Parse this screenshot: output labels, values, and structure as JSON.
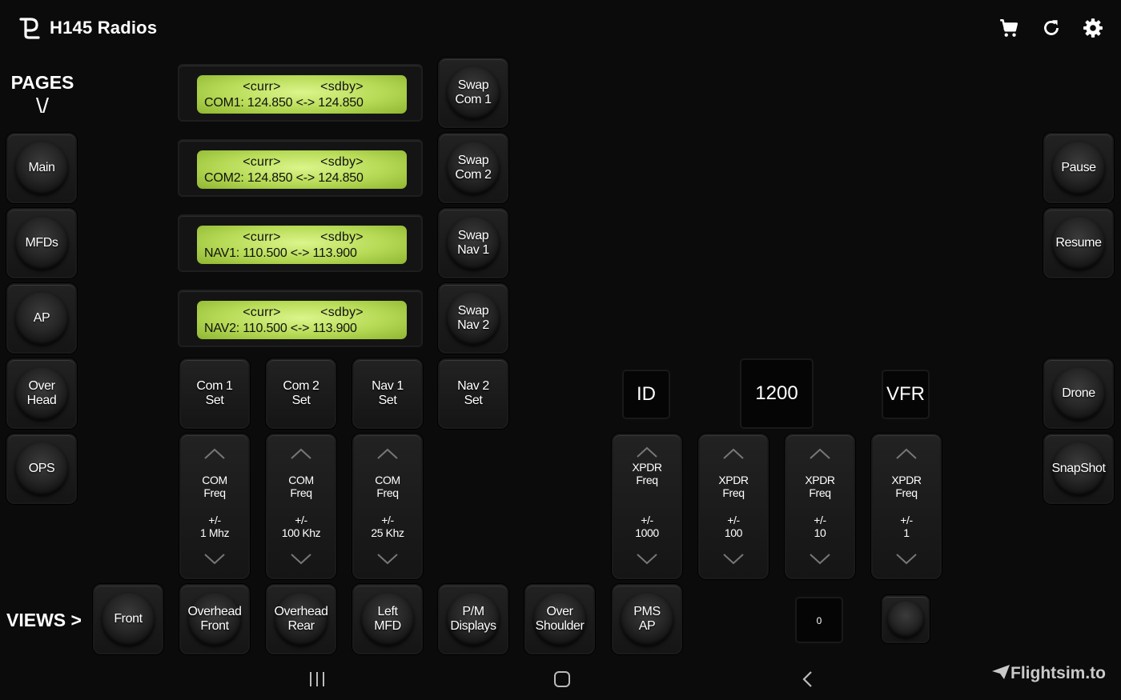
{
  "header": {
    "title": "H145 Radios",
    "icons": [
      "logo-icon",
      "cart-icon",
      "refresh-icon",
      "settings-icon"
    ]
  },
  "pages": {
    "label": "PAGES",
    "arrow": "\\/",
    "items": [
      "Main",
      "MFDs",
      "AP",
      "Over\nHead",
      "OPS"
    ]
  },
  "radios": [
    {
      "curr": "<curr>",
      "sdby": "<sdby>",
      "line": "COM1: 124.850 <-> 124.850",
      "swap": "Swap\nCom 1"
    },
    {
      "curr": "<curr>",
      "sdby": "<sdby>",
      "line": "COM2: 124.850 <-> 124.850",
      "swap": "Swap\nCom 2"
    },
    {
      "curr": "<curr>",
      "sdby": "<sdby>",
      "line": "NAV1: 110.500 <-> 113.900",
      "swap": "Swap\nNav 1"
    },
    {
      "curr": "<curr>",
      "sdby": "<sdby>",
      "line": "NAV2: 110.500 <-> 113.900",
      "swap": "Swap\nNav 2"
    }
  ],
  "set_buttons": [
    "Com 1\nSet",
    "Com 2\nSet",
    "Nav 1\nSet",
    "Nav 2\nSet"
  ],
  "com_freq": [
    {
      "label": "COM\nFreq",
      "step": "+/-\n1 Mhz"
    },
    {
      "label": "COM\nFreq",
      "step": "+/-\n100 Khz"
    },
    {
      "label": "COM\nFreq",
      "step": "+/-\n25 Khz"
    }
  ],
  "xpdr": {
    "id_label": "ID",
    "code": "1200",
    "vfr_label": "VFR",
    "freq": [
      {
        "label": "XPDR\nFreq",
        "step": "+/-\n1000"
      },
      {
        "label": "XPDR\nFreq",
        "step": "+/-\n100"
      },
      {
        "label": "XPDR\nFreq",
        "step": "+/-\n10"
      },
      {
        "label": "XPDR\nFreq",
        "step": "+/-\n1"
      }
    ],
    "small_display": "0"
  },
  "right_buttons": [
    "Pause",
    "Resume",
    "Drone",
    "SnapShot"
  ],
  "views": {
    "label": "VIEWS >",
    "items": [
      "Front",
      "Overhead\nFront",
      "Overhead\nRear",
      "Left\nMFD",
      "P/M\nDisplays",
      "Over\nShoulder",
      "PMS\nAP"
    ]
  },
  "watermark": "Flightsim.to",
  "colors": {
    "lcd": "#c6e66a",
    "background": "#0b0b0b"
  }
}
